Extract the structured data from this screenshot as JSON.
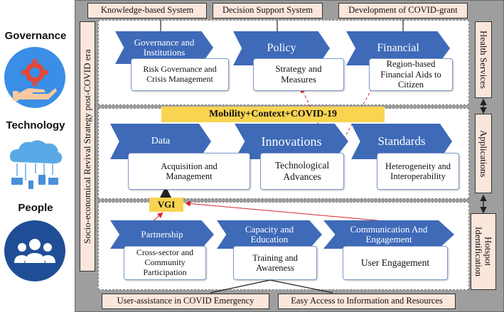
{
  "left_column": {
    "governance": "Governance",
    "technology": "Technology",
    "people": "People"
  },
  "top_boxes": [
    "Knowledge-based System",
    "Decision Support System",
    "Development of COVID-grant"
  ],
  "bottom_boxes": [
    "User-assistance in COVID Emergency",
    "Easy Access to Information and Resources"
  ],
  "left_vertical": "Socio-economical  Revival Strategy post-COVID era",
  "right_vertical": {
    "health": "Health Services",
    "applications": "Applications",
    "hotspot": "Hotspot Identification"
  },
  "governance_row": {
    "chevrons": [
      "Governance and Institutions",
      "Policy",
      "Financial"
    ],
    "boxes": [
      "Risk Governance and Crisis Management",
      "Strategy and Measures",
      "Region-based Financial Aids to Citizen"
    ]
  },
  "banner": "Mobility+Context+COVID-19",
  "technology_row": {
    "chevrons": [
      "Data",
      "Innovations",
      "Standards"
    ],
    "boxes": [
      "Acquisition and Management",
      "Technological Advances",
      "Heterogeneity and Interoperability"
    ]
  },
  "vgi": "VGI",
  "people_row": {
    "chevrons": [
      "Partnership",
      "Capacity and Education",
      "Communication And Engagement"
    ],
    "boxes": [
      "Cross-sector and Community Participation",
      "Training and Awareness",
      "User Engagement"
    ]
  },
  "colors": {
    "chevron": "#3f6ab8",
    "pink_box": "#fbe6dc",
    "banner": "#f9d451",
    "frame": "#9e9e9e",
    "arrow_red": "#d9262c"
  }
}
